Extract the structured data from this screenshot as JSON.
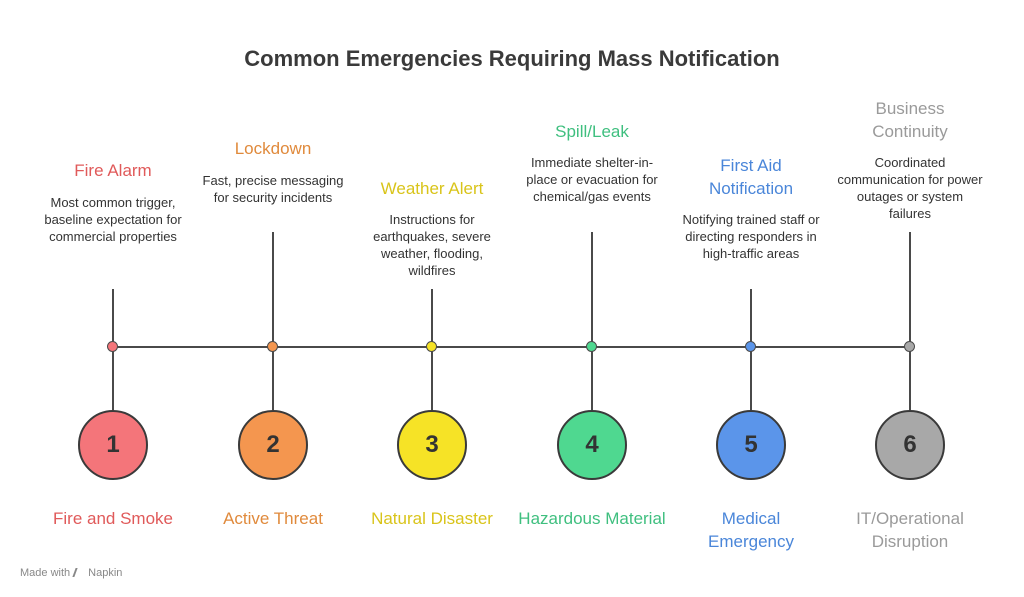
{
  "title": "Common Emergencies Requiring Mass Notification",
  "items": [
    {
      "number": "1",
      "heading": "Fire Alarm",
      "desc": "Most common trigger, baseline expectation for commercial properties",
      "category": "Fire and Smoke",
      "color": "#e05a5a",
      "fill": "#f4757a"
    },
    {
      "number": "2",
      "heading": "Lockdown",
      "desc": "Fast, precise messaging for security incidents",
      "category": "Active Threat",
      "color": "#e08a3c",
      "fill": "#f4964f"
    },
    {
      "number": "3",
      "heading": "Weather Alert",
      "desc": "Instructions for earthquakes, severe weather, flooding, wildfires",
      "category": "Natural Disaster",
      "color": "#d9c41a",
      "fill": "#f6e326"
    },
    {
      "number": "4",
      "heading": "Spill/Leak",
      "desc": "Immediate shelter-in-place or evacuation for chemical/gas events",
      "category": "Hazardous Material",
      "color": "#3fbf7f",
      "fill": "#4fd890"
    },
    {
      "number": "5",
      "heading": "First Aid Notification",
      "desc": "Notifying trained staff or directing responders in high-traffic areas",
      "category": "Medical Emergency",
      "color": "#4a86d9",
      "fill": "#5b95ea"
    },
    {
      "number": "6",
      "heading": "Business Continuity",
      "desc": "Coordinated communication for power outages or system failures",
      "category": "IT/Operational Disruption",
      "color": "#9a9a9a",
      "fill": "#a8a8a8"
    }
  ],
  "footer": {
    "prefix": "Made with",
    "brand": "Napkin"
  }
}
